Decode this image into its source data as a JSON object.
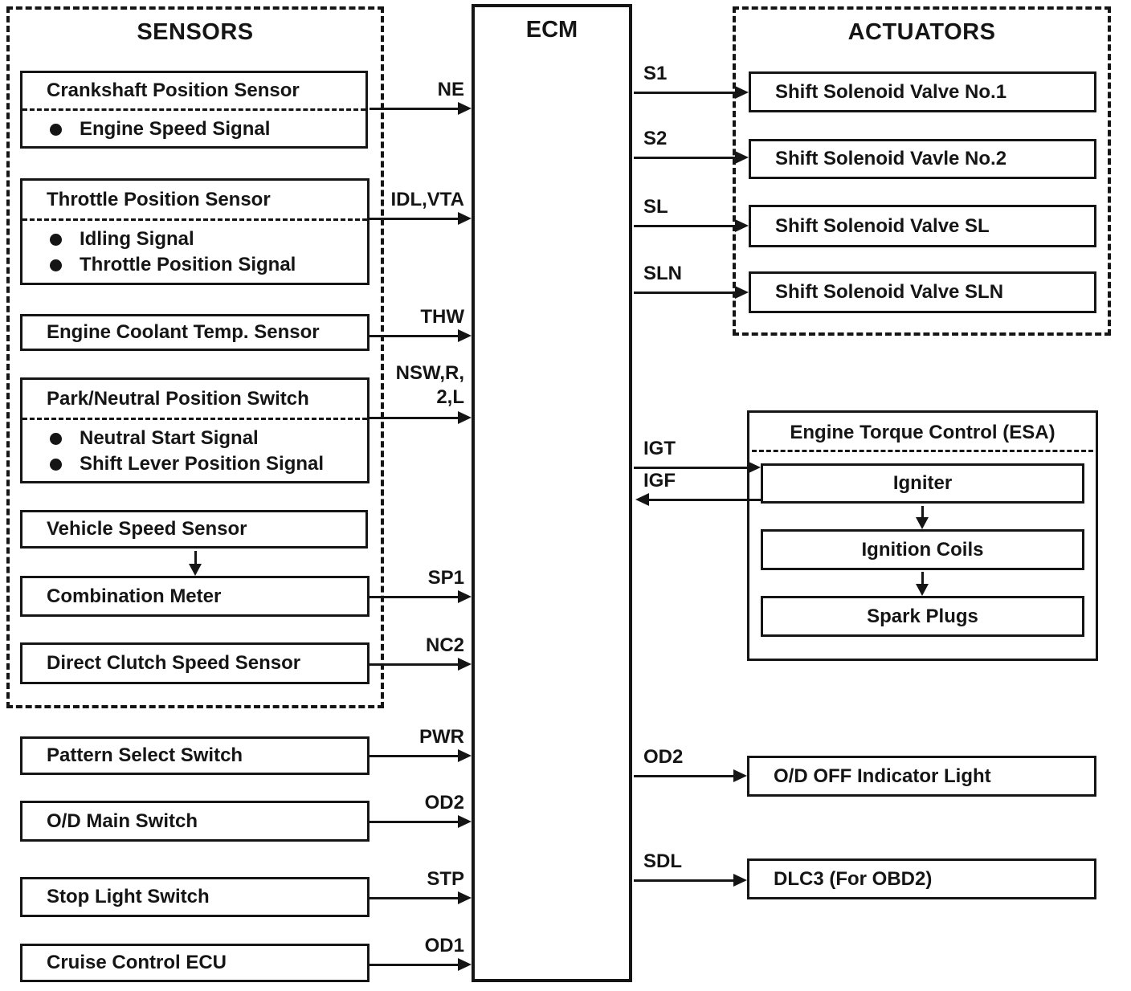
{
  "colors": {
    "ink": "#151515",
    "paper": "#ffffff"
  },
  "groups": {
    "sensors": {
      "title": "SENSORS"
    },
    "ecm": {
      "title": "ECM"
    },
    "actuators": {
      "title": "ACTUATORS"
    },
    "esa": {
      "title": "Engine Torque Control (ESA)"
    }
  },
  "nodes": {
    "crankshaft": {
      "title": "Crankshaft Position Sensor",
      "bullets": [
        "Engine Speed Signal"
      ]
    },
    "throttle": {
      "title": "Throttle Position Sensor",
      "bullets": [
        "Idling Signal",
        "Throttle Position Signal"
      ]
    },
    "coolant": {
      "title": "Engine Coolant Temp. Sensor"
    },
    "park_neutral": {
      "title": "Park/Neutral Position Switch",
      "bullets": [
        "Neutral Start Signal",
        "Shift Lever Position Signal"
      ]
    },
    "vehicle_speed": {
      "title": "Vehicle Speed Sensor"
    },
    "combination_meter": {
      "title": "Combination Meter"
    },
    "direct_clutch": {
      "title": "Direct Clutch Speed Sensor"
    },
    "pattern_select": {
      "title": "Pattern Select Switch"
    },
    "od_main": {
      "title": "O/D Main Switch"
    },
    "stop_light": {
      "title": "Stop Light Switch"
    },
    "cruise": {
      "title": "Cruise Control ECU"
    },
    "ssv1": {
      "title": "Shift Solenoid Valve No.1"
    },
    "ssv2": {
      "title": "Shift Solenoid Vavle No.2"
    },
    "ssv_sl": {
      "title": "Shift Solenoid Valve SL"
    },
    "ssv_sln": {
      "title": "Shift Solenoid Valve SLN"
    },
    "igniter": {
      "title": "Igniter"
    },
    "ignition_coils": {
      "title": "Ignition Coils"
    },
    "spark_plugs": {
      "title": "Spark Plugs"
    },
    "od_off": {
      "title": "O/D OFF Indicator Light"
    },
    "dlc3": {
      "title": "DLC3 (For OBD2)"
    }
  },
  "signals": {
    "ne": "NE",
    "idl_vta": "IDL,VTA",
    "thw": "THW",
    "nsw_line1": "NSW,R,",
    "nsw_line2": "2,L",
    "sp1": "SP1",
    "nc2": "NC2",
    "pwr": "PWR",
    "od2_in": "OD2",
    "stp": "STP",
    "od1": "OD1",
    "s1": "S1",
    "s2": "S2",
    "sl": "SL",
    "sln": "SLN",
    "igt": "IGT",
    "igf": "IGF",
    "od2_out": "OD2",
    "sdl": "SDL"
  }
}
